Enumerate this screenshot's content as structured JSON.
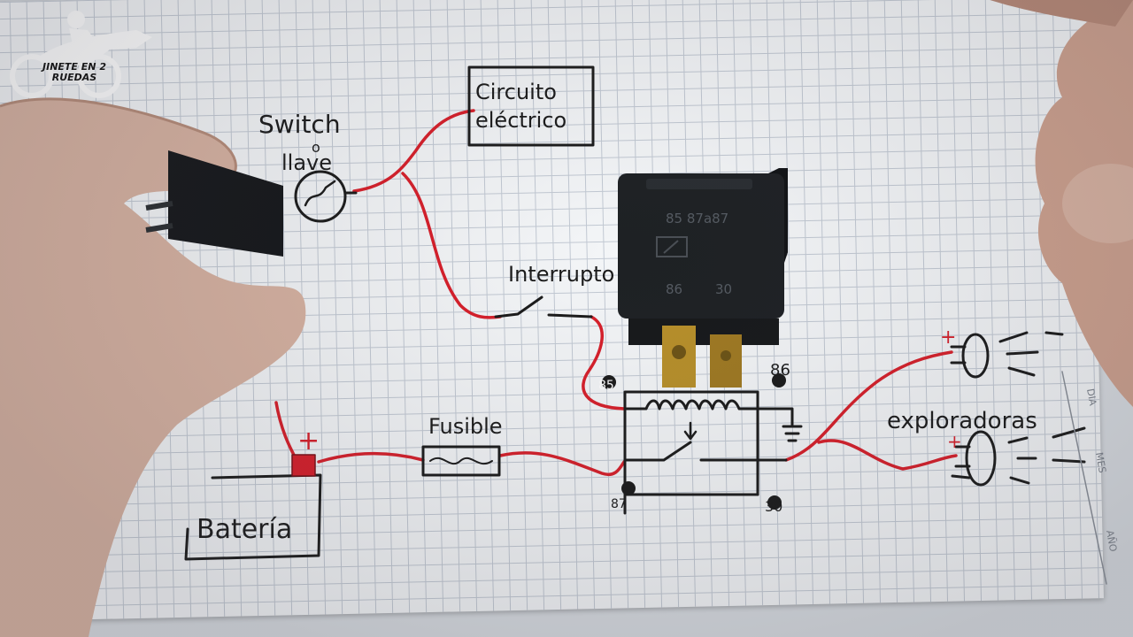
{
  "logo": {
    "line1": "JINETE EN 2",
    "line2": "RUEDAS"
  },
  "diagram": {
    "switch_label_1": "Switch",
    "switch_label_2": "o",
    "switch_label_3": "llave",
    "circuit_label_1": "Circuito",
    "circuit_label_2": "eléctrico",
    "interruptor_label": "Interrupto",
    "fusible_label": "Fusible",
    "bateria_label": "Batería",
    "battery_plus": "+",
    "exploradoras_label": "exploradoras",
    "pin_85": "85",
    "pin_86": "86",
    "pin_87": "87",
    "pin_30": "30",
    "lamp_plus_top": "+",
    "lamp_plus_bottom": "+"
  },
  "relay": {
    "top_labels": "85 87a87",
    "bottom_label_86": "86",
    "bottom_label_30": "30"
  },
  "paper_margin": {
    "dia": "DIA",
    "mes": "MES",
    "ano": "AÑO"
  },
  "colors": {
    "wire_red": "#d81f2a",
    "ink": "#1b1b1b",
    "relay_body": "#1e2124",
    "terminal": "#b8902a"
  }
}
